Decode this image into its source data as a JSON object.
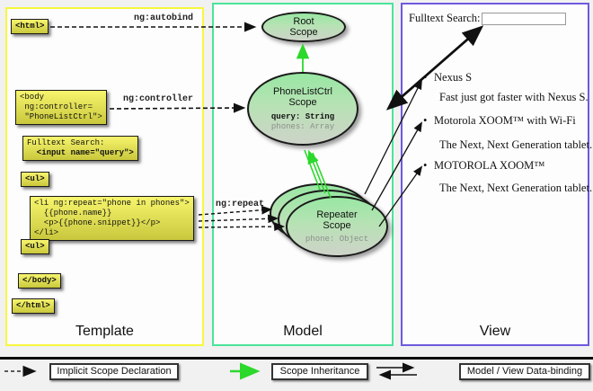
{
  "template_panel": {
    "label": "Template",
    "boxes": {
      "html_open": "<html>",
      "body_open": [
        "<body",
        " ng:controller=",
        " \"PhoneListCtrl\">"
      ],
      "fulltext": [
        "Fulltext Search:",
        "  <input name=\"query\">"
      ],
      "ul_open": "<ul>",
      "li_repeat": [
        "<li ng:repeat=\"phone in phones\">",
        "  {{phone.name}}",
        "  <p>{{phone.snippet}}</p>",
        "</li>"
      ],
      "ul_close": "<ul>",
      "body_close": "</body>",
      "html_close": "</html>"
    },
    "edge_labels": {
      "autobind": "ng:autobind",
      "controller": "ng:controller",
      "repeat": "ng:repeat"
    }
  },
  "model_panel": {
    "label": "Model",
    "root_scope": {
      "line1": "Root",
      "line2": "Scope"
    },
    "phonelist_scope": {
      "line1": "PhoneListCtrl",
      "line2": "Scope",
      "prop1": "query: String",
      "prop2": "phones: Array"
    },
    "repeater_scope": {
      "line1": "Repeater",
      "line2": "Scope",
      "prop1": "phone: Object"
    }
  },
  "view_panel": {
    "label": "View",
    "search_label": "Fulltext Search:",
    "search_value": "",
    "products": [
      {
        "name": "Nexus S",
        "snippet": "Fast just got faster with Nexus S."
      },
      {
        "name": "Motorola XOOM™  with Wi-Fi",
        "snippet": "The Next, Next Generation tablet."
      },
      {
        "name": "MOTOROLA XOOM™",
        "snippet": "The Next, Next Generation tablet."
      }
    ]
  },
  "legend": {
    "implicit": "Implicit Scope Declaration",
    "inheritance": "Scope Inheritance",
    "databinding": "Model / View Data-binding"
  },
  "colors": {
    "template_border": "#f7f73f",
    "model_border": "#4be49a",
    "view_border": "#6e5adf",
    "scope_fill_top": "#98e7a3",
    "scope_fill_bottom": "#ced3c9",
    "code_box_top": "#f7f56d",
    "code_box_bottom": "#c9c73c",
    "inheritance_arrow": "#2bd82b",
    "arrow_black": "#111111"
  }
}
